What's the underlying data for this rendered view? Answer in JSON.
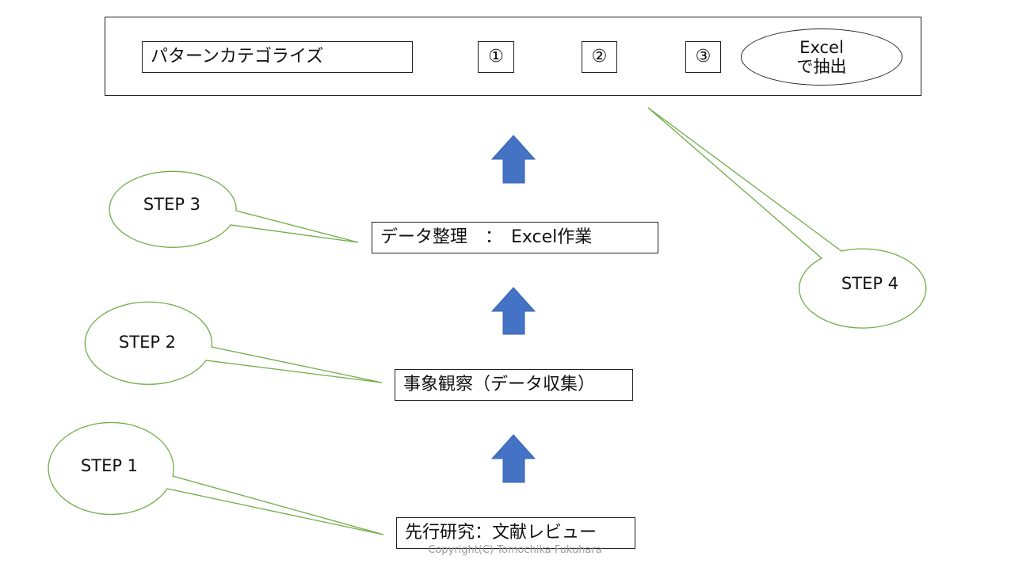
{
  "top_panel": {
    "pattern_label": "パターンカテゴライズ",
    "numbered_items": [
      "①",
      "②",
      "③"
    ],
    "excel_oval": {
      "line1": "Excel",
      "line2": "で抽出"
    }
  },
  "steps": {
    "step3_box": "データ整理　：　Excel作業",
    "step2_box": "事象観察（データ収集）",
    "step1_box": "先行研究：文献レビュー"
  },
  "callouts": {
    "step1": "STEP 1",
    "step2": "STEP 2",
    "step3": "STEP 3",
    "step4": "STEP 4"
  },
  "footer": {
    "copyright": "Copyright(C) Tomochika Fukuhara"
  },
  "colors": {
    "arrow_fill": "#4472C4",
    "callout_stroke": "#70AD47",
    "box_stroke": "#222222"
  }
}
